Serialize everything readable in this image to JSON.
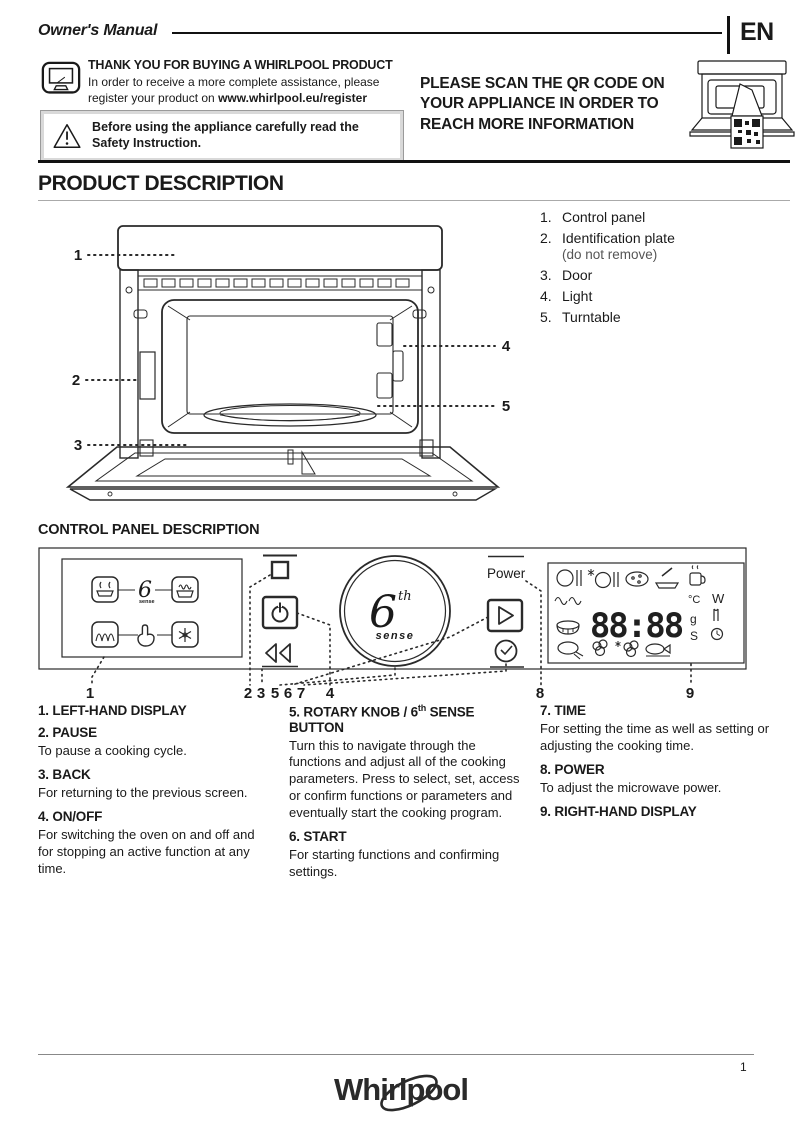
{
  "header": {
    "title": "Owner's Manual",
    "lang": "EN"
  },
  "intro": {
    "thanks_heading": "THANK YOU FOR BUYING A  WHIRLPOOL PRODUCT",
    "thanks_body": "In order to receive a more complete assistance, please register your product on ",
    "thanks_link": "www.whirlpool.eu/register",
    "safety_text": "Before using the appliance carefully read the Safety Instruction.",
    "scan_text": "PLEASE SCAN THE QR CODE ON YOUR APPLIANCE IN ORDER TO REACH MORE INFORMATION"
  },
  "product": {
    "title": "PRODUCT DESCRIPTION",
    "figure_callouts": {
      "c1": "1",
      "c2": "2",
      "c3": "3",
      "c4": "4",
      "c5": "5"
    },
    "legend": [
      {
        "num": "1.",
        "label": "Control panel",
        "sub": ""
      },
      {
        "num": "2.",
        "label": "Identification plate",
        "sub": "(do not remove)"
      },
      {
        "num": "3.",
        "label": "Door",
        "sub": ""
      },
      {
        "num": "4.",
        "label": "Light",
        "sub": ""
      },
      {
        "num": "5.",
        "label": "Turntable",
        "sub": ""
      }
    ]
  },
  "panel": {
    "title": "CONTROL PANEL DESCRIPTION",
    "power_label": "Power",
    "knob": {
      "digit": "6",
      "sup": "th",
      "word": "sense"
    },
    "display": {
      "digits": "88:88",
      "unit_c": "°C",
      "unit_w": "W",
      "unit_g": "g",
      "unit_s": "S"
    },
    "callouts": {
      "n1": "1",
      "n2": "2",
      "n3": "3",
      "n4": "4",
      "n5": "5",
      "n6": "6",
      "n7": "7",
      "n8": "8",
      "n9": "9"
    }
  },
  "sections": {
    "col1": [
      {
        "heading": "1. LEFT-HAND DISPLAY",
        "body": ""
      },
      {
        "heading": "2. PAUSE",
        "body": "To pause a cooking cycle."
      },
      {
        "heading": "3. BACK",
        "body": "For returning to the previous screen."
      },
      {
        "heading": "4. ON/OFF",
        "body": "For switching the oven on and off and for stopping an active function at any time."
      }
    ],
    "col2_rotary": {
      "pre": "5. ROTARY KNOB / 6",
      "sup": "th",
      "post": " SENSE BUTTON",
      "body": "Turn this to navigate through the functions and adjust all of the cooking parameters. Press to select, set, access or confirm functions or parameters and eventually start the cooking program."
    },
    "col2": [
      {
        "heading": "6. START",
        "body": "For starting functions and confirming settings."
      }
    ],
    "col3": [
      {
        "heading": "7. TIME",
        "body": "For setting the time as well as setting or adjusting the cooking time."
      },
      {
        "heading": "8. POWER",
        "body": "To adjust the microwave power."
      },
      {
        "heading": "9. RIGHT-HAND DISPLAY",
        "body": ""
      }
    ]
  },
  "footer": {
    "page_number": "1",
    "brand": "Whirlpool"
  }
}
